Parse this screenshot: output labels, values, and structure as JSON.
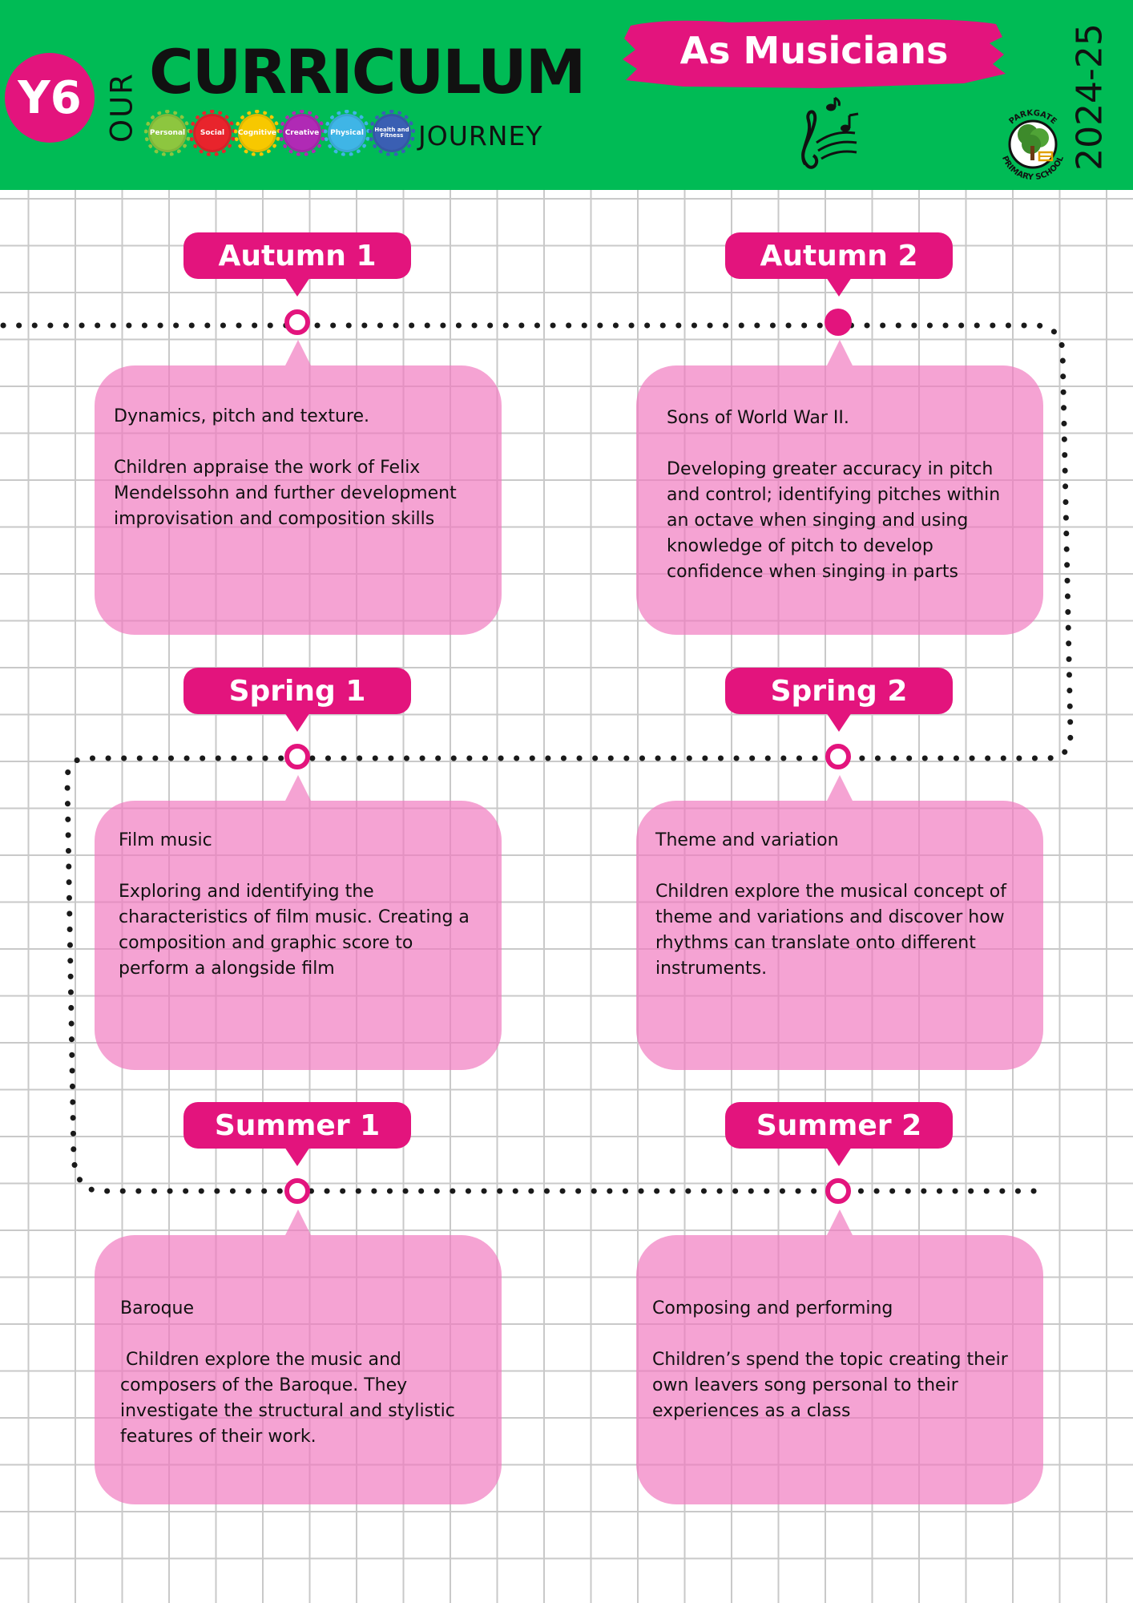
{
  "header": {
    "year_group": "Y6",
    "our": "OUR",
    "title": "CURRICULUM",
    "journey": "JOURNEY",
    "gears": [
      {
        "label": "Personal",
        "color": "#8dc63f"
      },
      {
        "label": "Social",
        "color": "#e8242c"
      },
      {
        "label": "Cognitive",
        "color": "#f7c800"
      },
      {
        "label": "Creative",
        "color": "#b02ab5"
      },
      {
        "label": "Physical",
        "color": "#3fb5e6"
      },
      {
        "label": "Health and Fitness",
        "color": "#3a5fb3"
      }
    ],
    "subject": "As Musicians",
    "school_top": "PARKGATE",
    "school_bottom": "PRIMARY SCHOOL",
    "year": "2024-25",
    "accent_color": "#e3147d",
    "banner_color": "#00bb55"
  },
  "terms": [
    {
      "label": "Autumn 1",
      "title": "Dynamics, pitch and texture.",
      "description": "Children appraise the work of Felix Mendelssohn and further development improvisation and composition skills",
      "marker": "ring"
    },
    {
      "label": "Autumn 2",
      "title": "Sons of World War II.",
      "description": "Developing greater accuracy in pitch and control; identifying pitches within an octave when singing and using knowledge of pitch to develop confidence when singing in parts",
      "marker": "filled"
    },
    {
      "label": "Spring 1",
      "title": "Film music",
      "description": "Exploring and identifying the characteristics of film music. Creating a composition and graphic score to perform a alongside film",
      "marker": "ring"
    },
    {
      "label": "Spring 2",
      "title": "Theme and variation",
      "description": "Children explore the musical concept of theme and variations and discover how rhythms can translate onto different instruments.",
      "marker": "ring"
    },
    {
      "label": "Summer 1",
      "title": "Baroque",
      "description": " Children explore the music and composers of the Baroque. They investigate the structural and stylistic features of their work.",
      "marker": "ring"
    },
    {
      "label": "Summer 2",
      "title": "Composing and performing",
      "description": "Children’s spend the topic creating their own leavers song personal to their experiences as a class",
      "marker": "ring"
    }
  ]
}
